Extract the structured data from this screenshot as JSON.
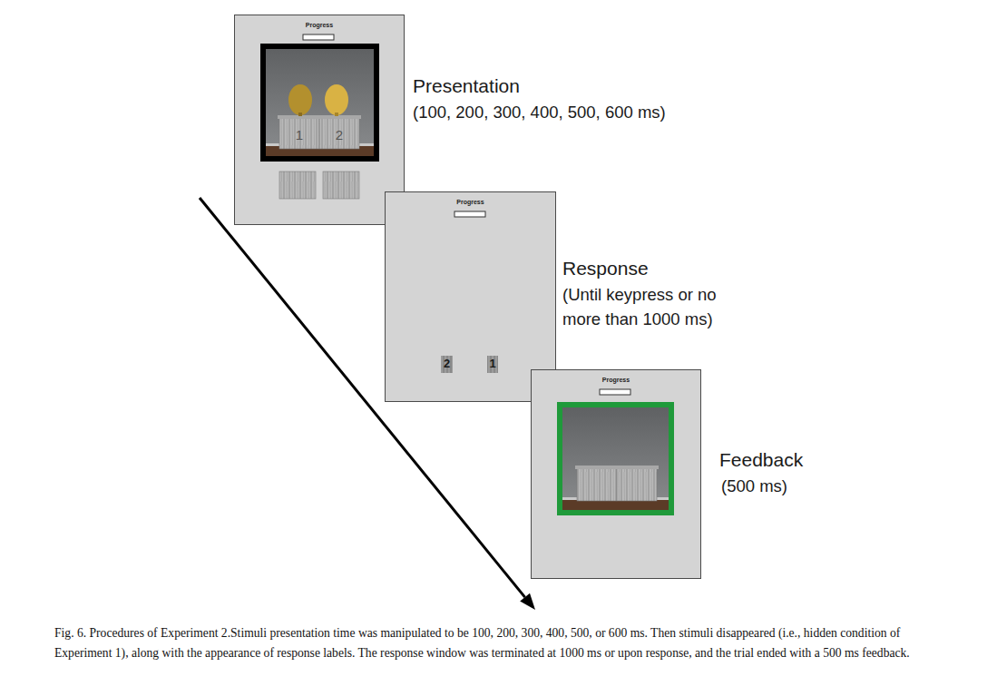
{
  "diagram": {
    "caption": "Fig. 6. Procedures of Experiment 2.Stimuli presentation time was manipulated to be 100, 200, 300, 400, 500, or 600 ms. Then stimuli disappeared (i.e., hidden condition of Experiment 1), along with the appearance of response labels. The response window was terminated at 1000 ms or upon response, and the trial ended with a 500 ms feedback.",
    "nodes": [
      {
        "text": [
          "Progress"
        ]
      },
      {
        "text": [
          "Progress"
        ]
      },
      {
        "text": [
          "Progress"
        ]
      }
    ],
    "labels": [
      "Presentation",
      "(100, 200, 300, 400, 500, 600 ms)",
      "1",
      "2",
      "Response",
      "(Until keypress or no more than 1000 ms)",
      "2",
      "1",
      "Feedback",
      "(500 ms)"
    ]
  }
}
